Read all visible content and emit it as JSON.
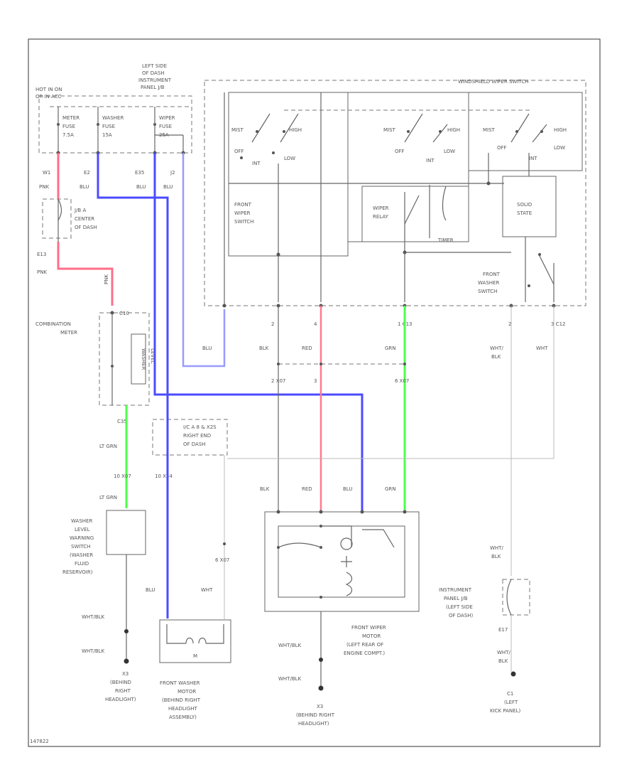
{
  "labels": {
    "hot_in_on": "HOT IN ON",
    "or_in_acc": "OR IN ACC",
    "left_side_1": "LEFT SIDE",
    "left_side_2": "OF DASH",
    "left_side_3": "INSTRUMENT",
    "left_side_4": "PANEL J/B",
    "meter_fuse_1": "METER",
    "meter_fuse_2": "FUSE",
    "meter_fuse_3": "7.5A",
    "washer_fuse_1": "WASHER",
    "washer_fuse_2": "FUSE",
    "washer_fuse_3": "15A",
    "wiper_fuse_1": "WIPER",
    "wiper_fuse_2": "FUSE",
    "wiper_fuse_3": "25A",
    "pin_w1": "W1",
    "pin_e2": "E2",
    "pin_e35": "E35",
    "pin_j2": "J2",
    "wire_pnk_1": "PNK",
    "wire_blu_1": "BLU",
    "wire_blu_2": "BLU",
    "wire_blu_3": "BLU",
    "jb_center_1": "J/B A",
    "jb_center_2": "CENTER",
    "jb_center_3": "OF DASH",
    "pin_e13": "E13",
    "wire_pnk_2": "PNK",
    "wire_pnk_3": "PNK",
    "combination_meter_1": "COMBINATION",
    "combination_meter_2": "METER",
    "c10": "C10",
    "washer_level_1": "WASHER",
    "washer_level_2": "LEVEL",
    "pin_c35": "C35",
    "wire_ltgrn_1": "LT GRN",
    "connector_1": "I/C A 8 & X2S",
    "connector_2": "RIGHT END",
    "connector_3": "OF DASH",
    "pin_10_x07": "10 X07",
    "pin_10_x34": "10 X34",
    "wire_ltgrn_2": "LT GRN",
    "washer_switch_1": "WASHER",
    "washer_switch_2": "LEVEL",
    "washer_switch_3": "WARNING",
    "washer_switch_4": "SWITCH",
    "washer_switch_5": "(WASHER",
    "washer_switch_6": "FLUID",
    "washer_switch_7": "RESERVOIR)",
    "wire_wht_blk_1": "WHT/BLK",
    "wire_wht_blk_2": "WHT/BLK",
    "ground_x3_1": "X3",
    "ground_x3_2": "(BEHIND",
    "ground_x3_3": "RIGHT",
    "ground_x3_4": "HEADLIGHT)",
    "washer_motor_1": "FRONT WASHER",
    "washer_motor_2": "MOTOR",
    "washer_motor_3": "(BEHIND RIGHT",
    "washer_motor_4": "HEADLIGHT",
    "washer_motor_5": "ASSEMBLY)",
    "wire_blu_4": "BLU",
    "wire_wht": "WHT",
    "pin_6_x07": "6 X07",
    "windshield_switch": "WINDSHIELD WIPER SWITCH",
    "mist": "MIST",
    "high": "HIGH",
    "off": "OFF",
    "int": "INT",
    "low": "LOW",
    "front_wiper_switch_1": "FRONT",
    "front_wiper_switch_2": "WIPER",
    "front_wiper_switch_3": "SWITCH",
    "wiper_relay_1": "WIPER",
    "wiper_relay_2": "RELAY",
    "solid_state_1": "SOLID",
    "solid_state_2": "STATE",
    "timer": "TIMER",
    "front_washer_switch_1": "FRONT",
    "front_washer_switch_2": "WASHER",
    "front_washer_switch_3": "SWITCH",
    "pin_2": "2",
    "pin_4": "4",
    "pin_1_c13": "1  C13",
    "pin_2b": "2",
    "pin_3_c12": "3  C12",
    "wire_blu_5": "BLU",
    "wire_blk_1": "BLK",
    "wire_red_1": "RED",
    "wire_grn_1": "GRN",
    "wire_wht_blk_3": "WHT/",
    "wire_wht_blk_3b": "BLK",
    "wire_wht_2": "WHT",
    "pin_x07_a": "2  X07",
    "pin_x07_b": "3",
    "pin_x07_c": "6  X07",
    "wire_blk_2": "BLK",
    "wire_red_2": "RED",
    "wire_blu_6": "BLU",
    "wire_grn_2": "GRN",
    "wiper_motor_1": "FRONT WIPER",
    "wiper_motor_2": "MOTOR",
    "wiper_motor_3": "(LEFT REAR OF",
    "wiper_motor_4": "ENGINE COMPT.)",
    "wire_wht_blk_4": "WHT/BLK",
    "wire_wht_blk_5": "WHT/BLK",
    "ground_x3b_1": "X3",
    "ground_x3b_2": "(BEHIND RIGHT",
    "ground_x3b_3": "HEADLIGHT)",
    "wire_wht_blk_6": "WHT/",
    "wire_wht_blk_6b": "BLK",
    "ip_jb_1": "INSTRUMENT",
    "ip_jb_2": "PANEL J/B",
    "ip_jb_3": "(LEFT SIDE",
    "ip_jb_4": "OF DASH)",
    "pin_e17": "E17",
    "wire_wht_blk_7": "WHT/",
    "wire_wht_blk_7b": "BLK",
    "ground_c1_1": "C1",
    "ground_c1_2": "(LEFT",
    "ground_c1_3": "KICK PANEL)",
    "motor_m": "M",
    "footer_code": "147822"
  },
  "colors": {
    "pink": "#ff6d8a",
    "blue": "#4b4bff",
    "light_blue": "#9a9aff",
    "green": "#4cff4c",
    "red": "#ff7a90",
    "line": "#666666"
  }
}
